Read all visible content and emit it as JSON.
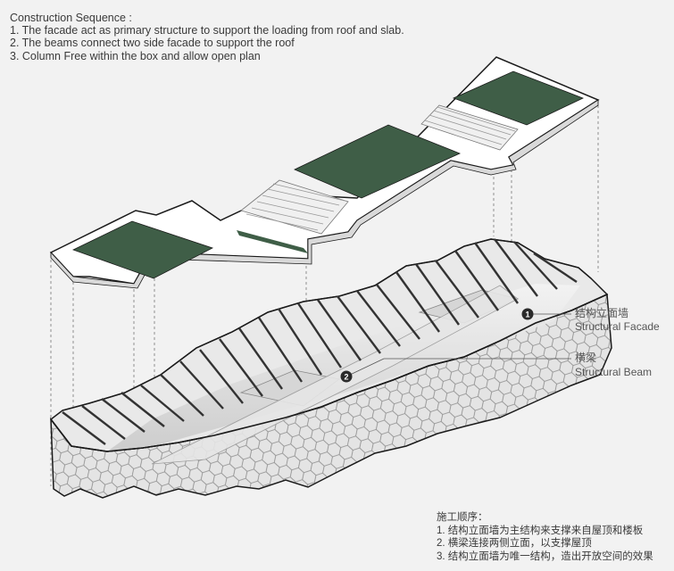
{
  "construction_en": {
    "title": "Construction Sequence :",
    "items": [
      "1. The facade act as primary structure to support the loading from roof and slab.",
      "2. The beams connect two side facade to support the roof",
      "3. Column Free within the box and allow open plan"
    ]
  },
  "construction_cn": {
    "title": "施工顺序：",
    "items": [
      "1. 结构立面墙为主结构来支撑来自屋顶和楼板",
      "2. 横梁连接两侧立面，以支撑屋顶",
      "3. 结构立面墙为唯一结构，造出开放空间的效果"
    ]
  },
  "callouts": [
    {
      "number": "1",
      "label_cn": "结构立面墙",
      "label_en": "Structural Facade"
    },
    {
      "number": "2",
      "label_cn": "横梁",
      "label_en": "Structural Beam"
    }
  ],
  "colors": {
    "background": "#f2f2f2",
    "roof_slab": "#ffffff",
    "green_panel": "#3f5e47",
    "outline": "#1a1a1a",
    "beam": "#333333",
    "facade": "#dcdcdc",
    "marker": "#2a2a2a"
  }
}
